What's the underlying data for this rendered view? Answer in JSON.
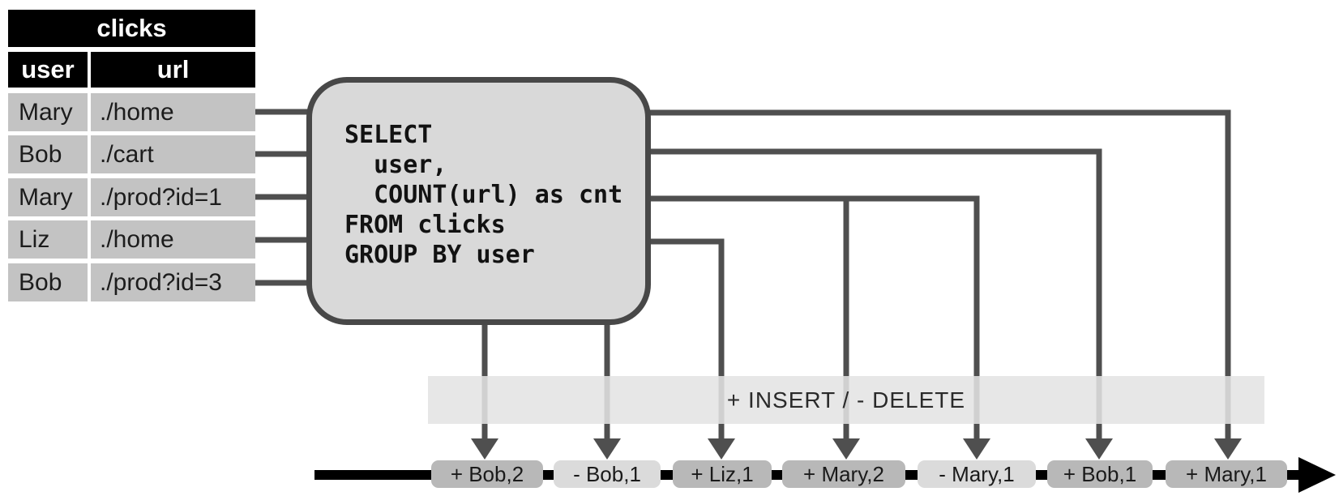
{
  "table": {
    "title": "clicks",
    "columns": {
      "user": "user",
      "url": "url"
    },
    "rows": [
      {
        "user": "Mary",
        "url": "./home"
      },
      {
        "user": "Bob",
        "url": "./cart"
      },
      {
        "user": "Mary",
        "url": "./prod?id=1"
      },
      {
        "user": "Liz",
        "url": "./home"
      },
      {
        "user": "Bob",
        "url": "./prod?id=3"
      }
    ]
  },
  "query": {
    "sql": "SELECT\n  user,\n  COUNT(url) as cnt\nFROM clicks\nGROUP BY user"
  },
  "band": {
    "label": "+ INSERT / - DELETE"
  },
  "timeline": {
    "events": [
      {
        "label": "+ Bob,2",
        "type": "insert"
      },
      {
        "label": "- Bob,1",
        "type": "delete"
      },
      {
        "label": "+ Liz,1",
        "type": "insert"
      },
      {
        "label": "+ Mary,2",
        "type": "insert"
      },
      {
        "label": "- Mary,1",
        "type": "delete"
      },
      {
        "label": "+ Bob,1",
        "type": "insert"
      },
      {
        "label": "+ Mary,1",
        "type": "insert"
      }
    ]
  },
  "colors": {
    "insert_event_bg": "#b8b8b8",
    "delete_event_bg": "#dbdbdb",
    "flow_line": "#4f4f4f",
    "box_fill": "#d9d9d9",
    "box_border": "#484848",
    "table_header_bg": "#000000",
    "table_row_bg": "#c3c3c3",
    "band_bg": "#e3e3e3",
    "timeline_axis": "#000000"
  }
}
